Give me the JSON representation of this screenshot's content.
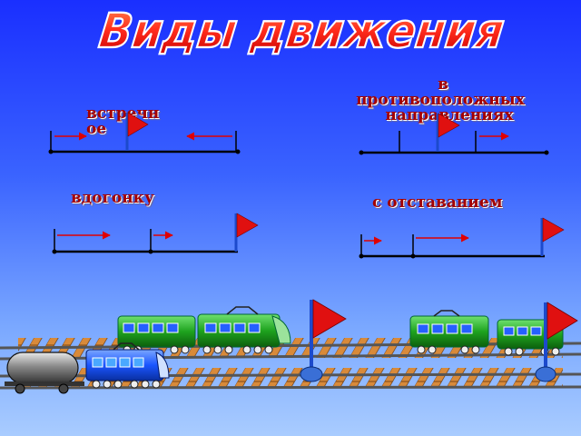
{
  "title": "Виды движения",
  "labels": {
    "oncoming_line1": "встречн",
    "oncoming_line2": "ое",
    "opposite_line1": "в",
    "opposite_line2": "противоположных",
    "opposite_line3": "направлениях",
    "pursuit": "вдогонку",
    "lagging": "с отставанием"
  },
  "colors": {
    "title_fill": "#ff2b1c",
    "label_text": "#a30000",
    "flag": "#e01010",
    "arrow": "#e00000",
    "wagon_green": "#1fa31f",
    "wagon_blue": "#1a55ff"
  }
}
